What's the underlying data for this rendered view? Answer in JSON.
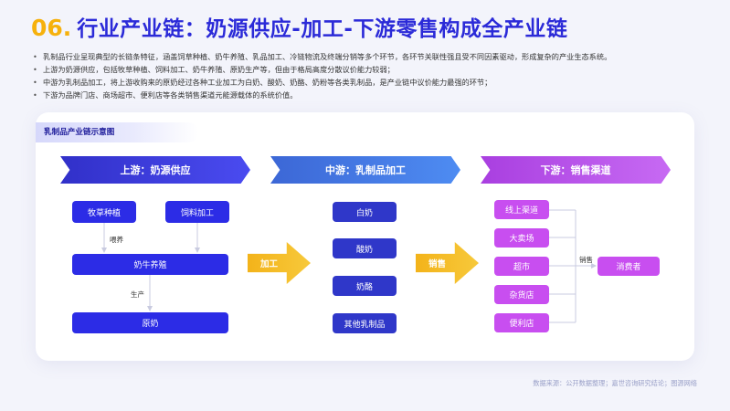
{
  "title": {
    "number": "06.",
    "text": "行业产业链：奶源供应-加工-下游零售构成全产业链"
  },
  "bullets": [
    "乳制品行业呈现典型的长链条特征，涵盖饲草种植、奶牛养殖、乳品加工、冷链物流及终端分销等多个环节，各环节关联性强且受不同因素驱动，形成复杂的产业生态系统。",
    "上游为奶源供应，包括牧草种植、饲料加工、奶牛养殖、原奶生产等，但由于格局高度分散议价能力较弱；",
    "中游为乳制品加工，将上游收购来的原奶经过各种工业加工为白奶、酸奶、奶酪、奶粉等各类乳制品，是产业链中议价能力最强的环节；",
    "下游为品牌门店、商场超市、便利店等各类销售渠道元能源载体的系统价值。"
  ],
  "card_tag": "乳制品产业链示意图",
  "stages": [
    {
      "label": "上游：奶源供应"
    },
    {
      "label": "中游：乳制品加工"
    },
    {
      "label": "下游：销售渠道"
    }
  ],
  "upstream": {
    "forage": "牧草种植",
    "feed": "饲料加工",
    "cattle": "奶牛养殖",
    "raw_milk": "原奶",
    "edge_feed": "喂养",
    "edge_produce": "生产"
  },
  "arrows": {
    "process": "加工",
    "sales": "销售"
  },
  "midstream": [
    "白奶",
    "酸奶",
    "奶酪",
    "其他乳制品"
  ],
  "downstream": {
    "channels": [
      "线上渠道",
      "大卖场",
      "超市",
      "杂货店",
      "便利店"
    ],
    "edge_sales": "销售",
    "consumer": "消费者"
  },
  "source": "数据来源：公开数据整理；嘉世咨询研究结论；图源网络",
  "colors": {
    "title_accent": "#f6b10c",
    "title": "#2b2ad8",
    "upstream": "#2c2ce6",
    "midstream": "#2f37c9",
    "downstream": "#c84ef0",
    "arrow": "#f3b31a"
  }
}
